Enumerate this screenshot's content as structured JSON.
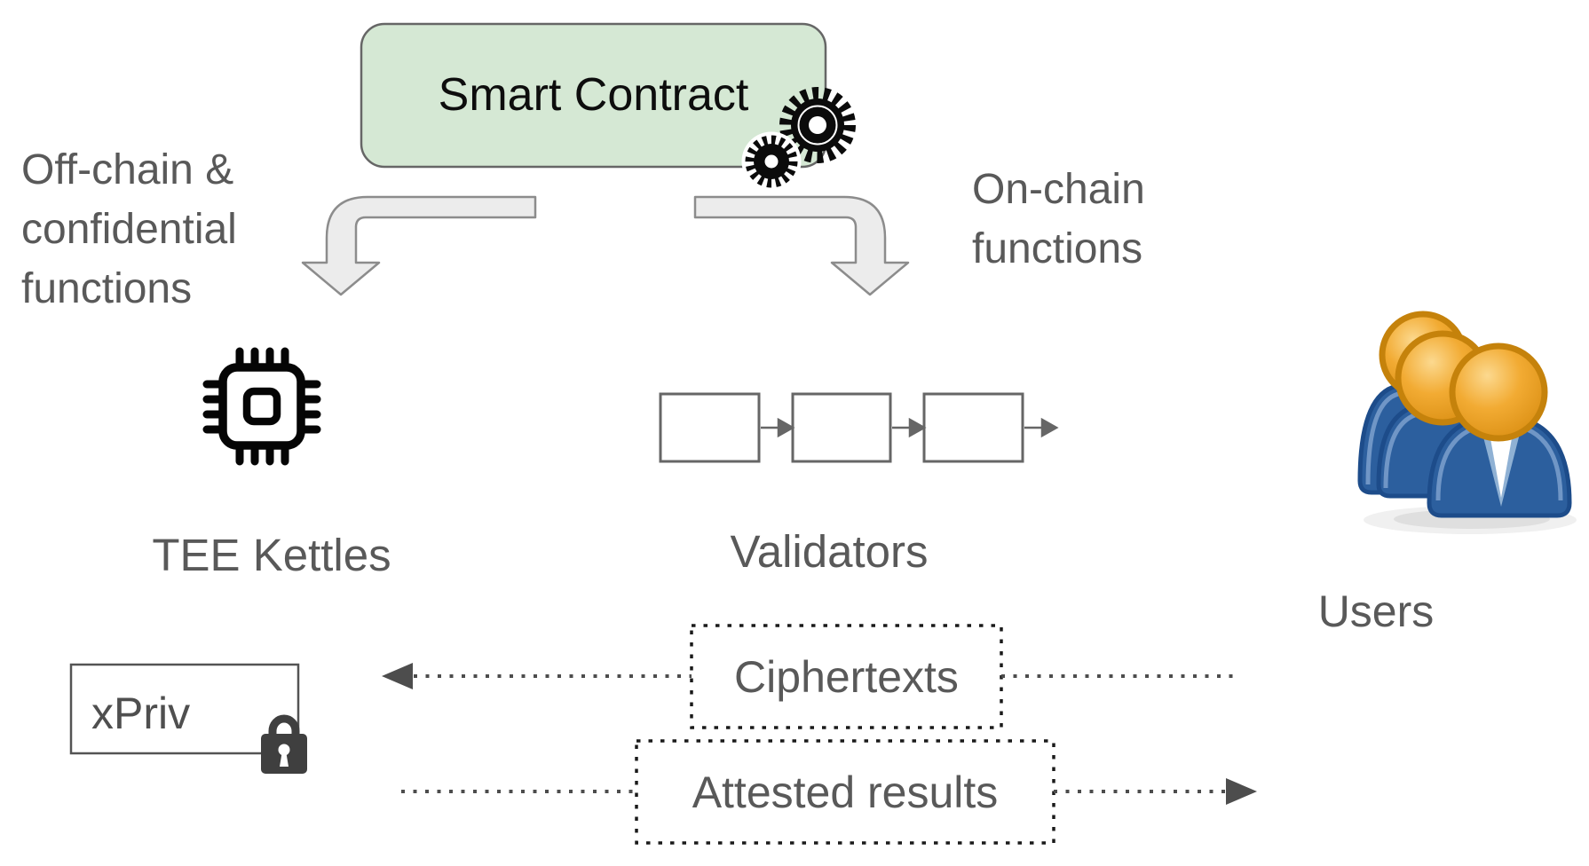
{
  "diagram": {
    "smart_contract_label": "Smart Contract",
    "off_chain_lines": [
      "Off-chain &",
      "confidential",
      "functions"
    ],
    "on_chain_lines": [
      "On-chain",
      "functions"
    ],
    "tee_kettles_label": "TEE Kettles",
    "validators_label": "Validators",
    "users_label": "Users",
    "xpriv_label": "xPriv",
    "ciphertexts_label": "Ciphertexts",
    "attested_results_label": "Attested results",
    "icons": {
      "gears": "gears-icon",
      "tee": "cpu-chip-icon",
      "validators": "blockchain-blocks",
      "users": "user-group-icon",
      "lock": "padlock-icon"
    },
    "colors": {
      "contract_fill": "#d5e8d4",
      "contract_stroke": "#666666",
      "label_gray": "#595959",
      "arrow_fill": "#ececec",
      "arrow_stroke": "#8c8c8c",
      "outline_gray": "#666666",
      "lock_gray": "#3f3f3f",
      "head_orange": "#f0a92f",
      "body_blue": "#2c5f9e",
      "dotted_line": "#4d4d4d"
    }
  }
}
